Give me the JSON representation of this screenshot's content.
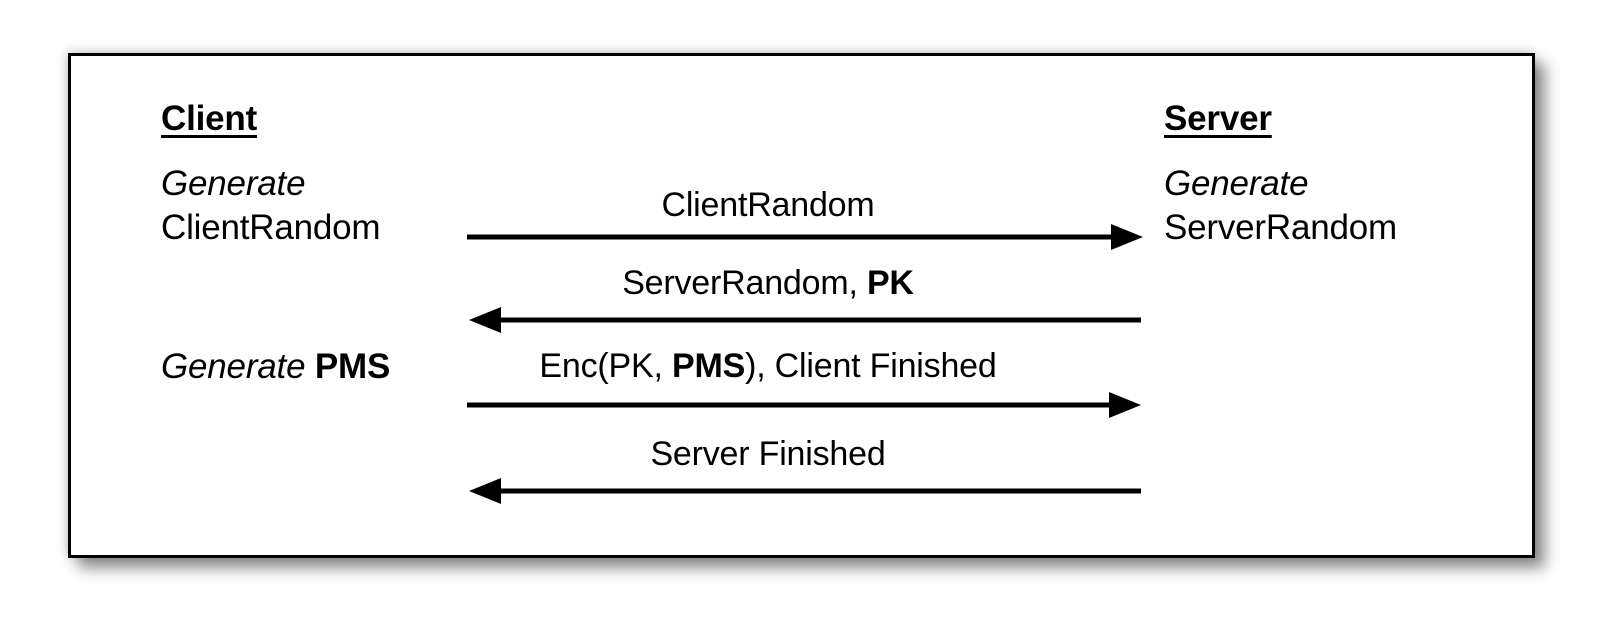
{
  "diagram": {
    "title": "TLS Handshake (RSA key exchange) sequence diagram",
    "background_color": "#ffffff",
    "box_border_color": "#000000",
    "line_color": "#000000",
    "participants": [
      {
        "id": "client",
        "header": "Client",
        "notes": [
          {
            "italic": "Generate",
            "plain": "ClientRandom",
            "layout": "two-line"
          },
          {
            "italic": "Generate",
            "bold": "PMS",
            "layout": "inline"
          }
        ]
      },
      {
        "id": "server",
        "header": "Server",
        "notes": [
          {
            "italic": "Generate",
            "plain": "ServerRandom",
            "layout": "two-line"
          }
        ]
      }
    ],
    "messages": [
      {
        "index": 1,
        "direction": "client-to-server",
        "label_parts": [
          {
            "text": "ClientRandom",
            "weight": "normal"
          }
        ],
        "label_plain": "ClientRandom"
      },
      {
        "index": 2,
        "direction": "server-to-client",
        "label_parts": [
          {
            "text": "ServerRandom, ",
            "weight": "normal"
          },
          {
            "text": "PK",
            "weight": "bold"
          }
        ],
        "label_plain": "ServerRandom, PK"
      },
      {
        "index": 3,
        "direction": "client-to-server",
        "label_parts": [
          {
            "text": "Enc(PK, ",
            "weight": "normal"
          },
          {
            "text": "PMS",
            "weight": "bold"
          },
          {
            "text": "), Client Finished",
            "weight": "normal"
          }
        ],
        "label_plain": "Enc(PK, PMS), Client Finished"
      },
      {
        "index": 4,
        "direction": "server-to-client",
        "label_parts": [
          {
            "text": "Server Finished",
            "weight": "normal"
          }
        ],
        "label_plain": "Server Finished"
      }
    ],
    "labels": {
      "client_header": "Client",
      "server_header": "Server",
      "generate": "Generate",
      "client_random": "ClientRandom",
      "server_random": "ServerRandom",
      "pms": "PMS",
      "msg1": "ClientRandom",
      "msg2_plain": "ServerRandom, ",
      "msg2_bold": "PK",
      "msg3_pre": "Enc(PK, ",
      "msg3_bold": "PMS",
      "msg3_post": "), Client Finished",
      "msg4": "Server Finished"
    }
  }
}
